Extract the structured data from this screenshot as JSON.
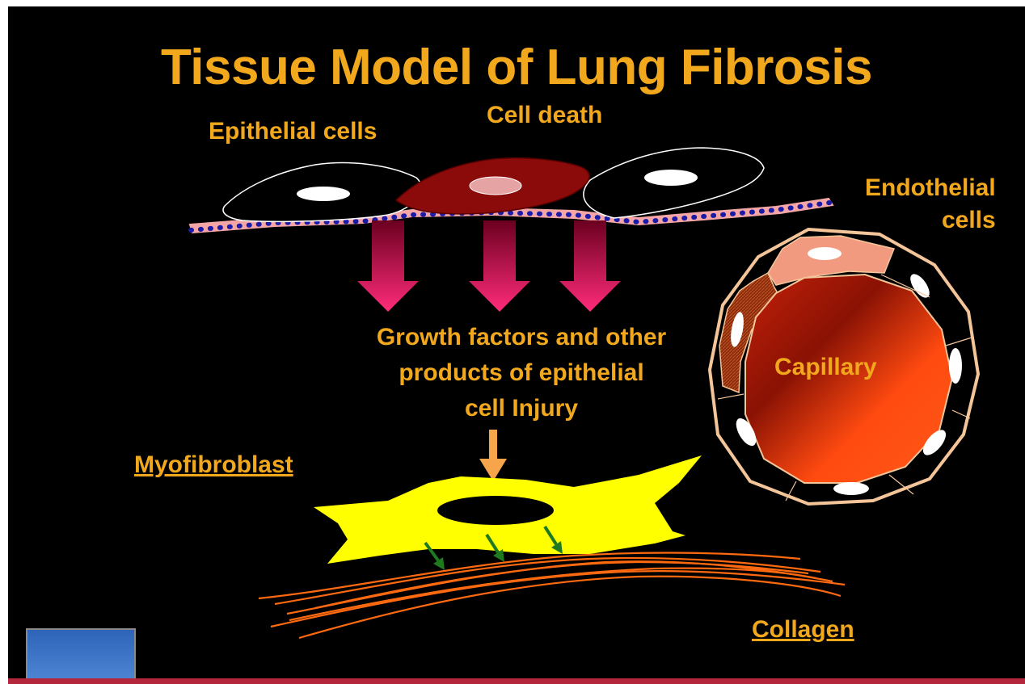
{
  "slide": {
    "title": "Tissue Model of Lung Fibrosis",
    "labels": {
      "epithelial_cells": "Epithelial  cells",
      "cell_death": "Cell death",
      "endothelial_cells": "Endothelial\ncells",
      "growth_factors": "Growth  factors and other\nproducts of epithelial\ncell Injury",
      "myofibroblast": "Myofibroblast",
      "capillary": "Capillary",
      "collagen": "Collagen"
    }
  },
  "colors": {
    "background": "#000000",
    "label_text": "#f2a81d",
    "epithelial_cell": "#000000",
    "dying_cell": "#8b0a0a",
    "basement_membrane": "#f4a6a6",
    "membrane_dots": "#1a1aa8",
    "arrow_gradient_top": "#6b0020",
    "arrow_gradient_bottom": "#ff2b7a",
    "myofibroblast": "#ffff00",
    "collagen": "#ff6a10",
    "green_arrow": "#1f7a1f",
    "capillary_lumen": "#ff4a10",
    "capillary_wall": "#f5c59a",
    "accent_bar": "#b3263c"
  },
  "icons": [
    "injury-arrow-icon",
    "down-arrow-icon",
    "green-arrow-icon"
  ]
}
